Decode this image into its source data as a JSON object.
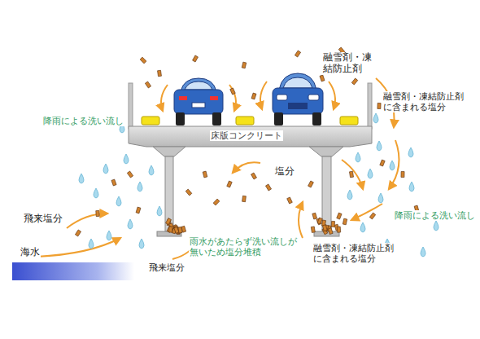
{
  "diagram": {
    "labels": [
      "降雨による洗い流し",
      "融雪剤・凍結防止剤",
      "融雪剤・凍結防止剤に含まれる塩分",
      "床版コンクリート",
      "塩分",
      "飛来塩分",
      "海水",
      "降雨による洗い流し",
      "雨水があたらず洗い流しが無いため塩分堆積",
      "飛来塩分",
      "融雪剤・凍結防止剤に含まれる塩分"
    ]
  }
}
